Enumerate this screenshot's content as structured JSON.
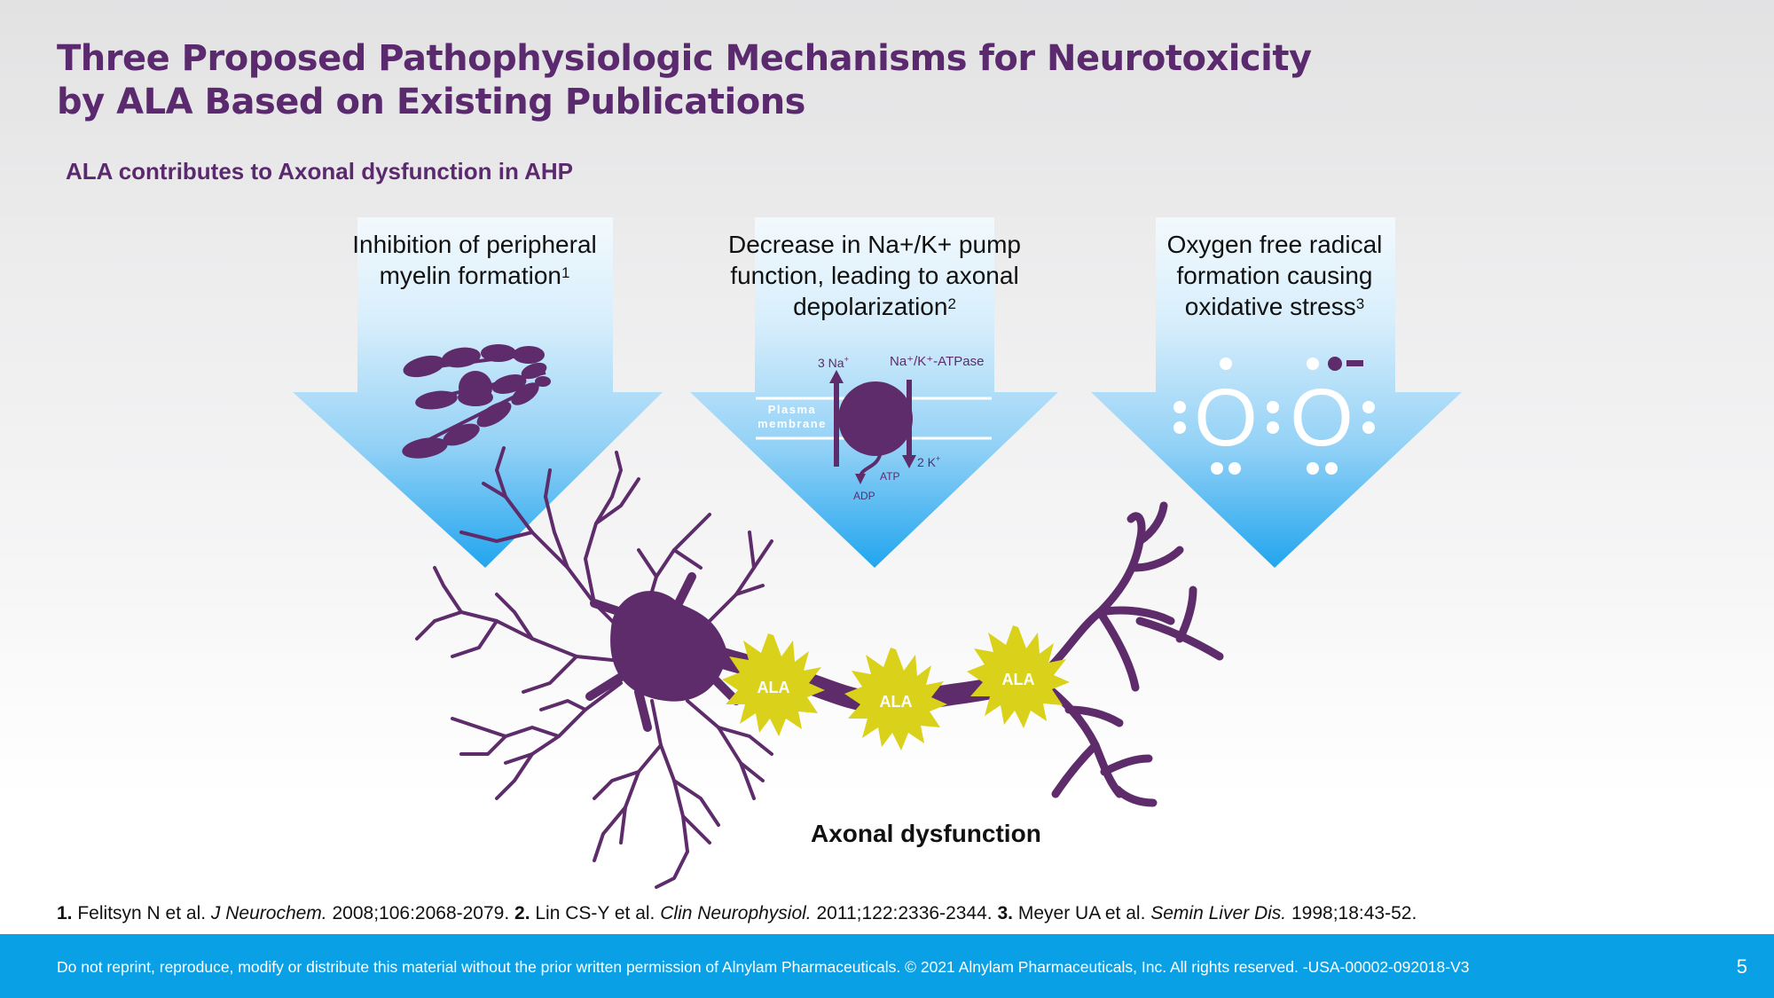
{
  "title": {
    "line1": "Three Proposed Pathophysiologic Mechanisms for Neurotoxicity",
    "line2": "by ALA Based on Existing Publications"
  },
  "subtitle": "ALA contributes to Axonal dysfunction in AHP",
  "mechanisms": [
    {
      "lines": [
        "Inhibition of peripheral",
        "myelin formation"
      ],
      "ref": "1",
      "icon": "myelin-icon"
    },
    {
      "lines": [
        "Decrease in Na+/K+ pump",
        "function, leading to axonal",
        "depolarization"
      ],
      "ref": "2",
      "icon": "sodium-potassium-pump-icon"
    },
    {
      "lines": [
        "Oxygen free radical",
        "formation causing",
        "oxidative stress"
      ],
      "ref": "3",
      "icon": "oxygen-radical-icon"
    }
  ],
  "pump": {
    "na_label": "3 Na",
    "na_sup": "+",
    "pump_label": "Na⁺/K⁺-ATPase",
    "membrane_line1": "Plasma",
    "membrane_line2": "membrane",
    "k_label": "2 K",
    "k_sup": "+",
    "atp": "ATP",
    "adp": "ADP"
  },
  "radical": {
    "o1": "O",
    "o2": "O"
  },
  "ala_bursts": [
    "ALA",
    "ALA",
    "ALA"
  ],
  "bottom_label": "Axonal dysfunction",
  "references": [
    {
      "num": "1.",
      "author": "Felitsyn N et al.",
      "journal": "J Neurochem.",
      "detail": "2008;106:2068-2079."
    },
    {
      "num": "2.",
      "author": "Lin CS-Y et al.",
      "journal": "Clin Neurophysiol.",
      "detail": "2011;122:2336-2344."
    },
    {
      "num": "3.",
      "author": "Meyer UA et al.",
      "journal": "Semin Liver Dis.",
      "detail": "1998;18:43-52."
    }
  ],
  "footer": {
    "text": "Do not reprint, reproduce, modify or distribute this material without the prior written permission of Alnylam Pharmaceuticals. © 2021 Alnylam Pharmaceuticals, Inc.  All rights reserved. -USA-00002-092018-V3",
    "page_number": "5"
  },
  "colors": {
    "title": "#5b2a6e",
    "neuron": "#5e2b6b",
    "arrow_top": "#eaf6fd",
    "arrow_bottom": "#1aa3ee",
    "ala_burst": "#d9d11a",
    "footer_bar": "#0aa0e6"
  }
}
